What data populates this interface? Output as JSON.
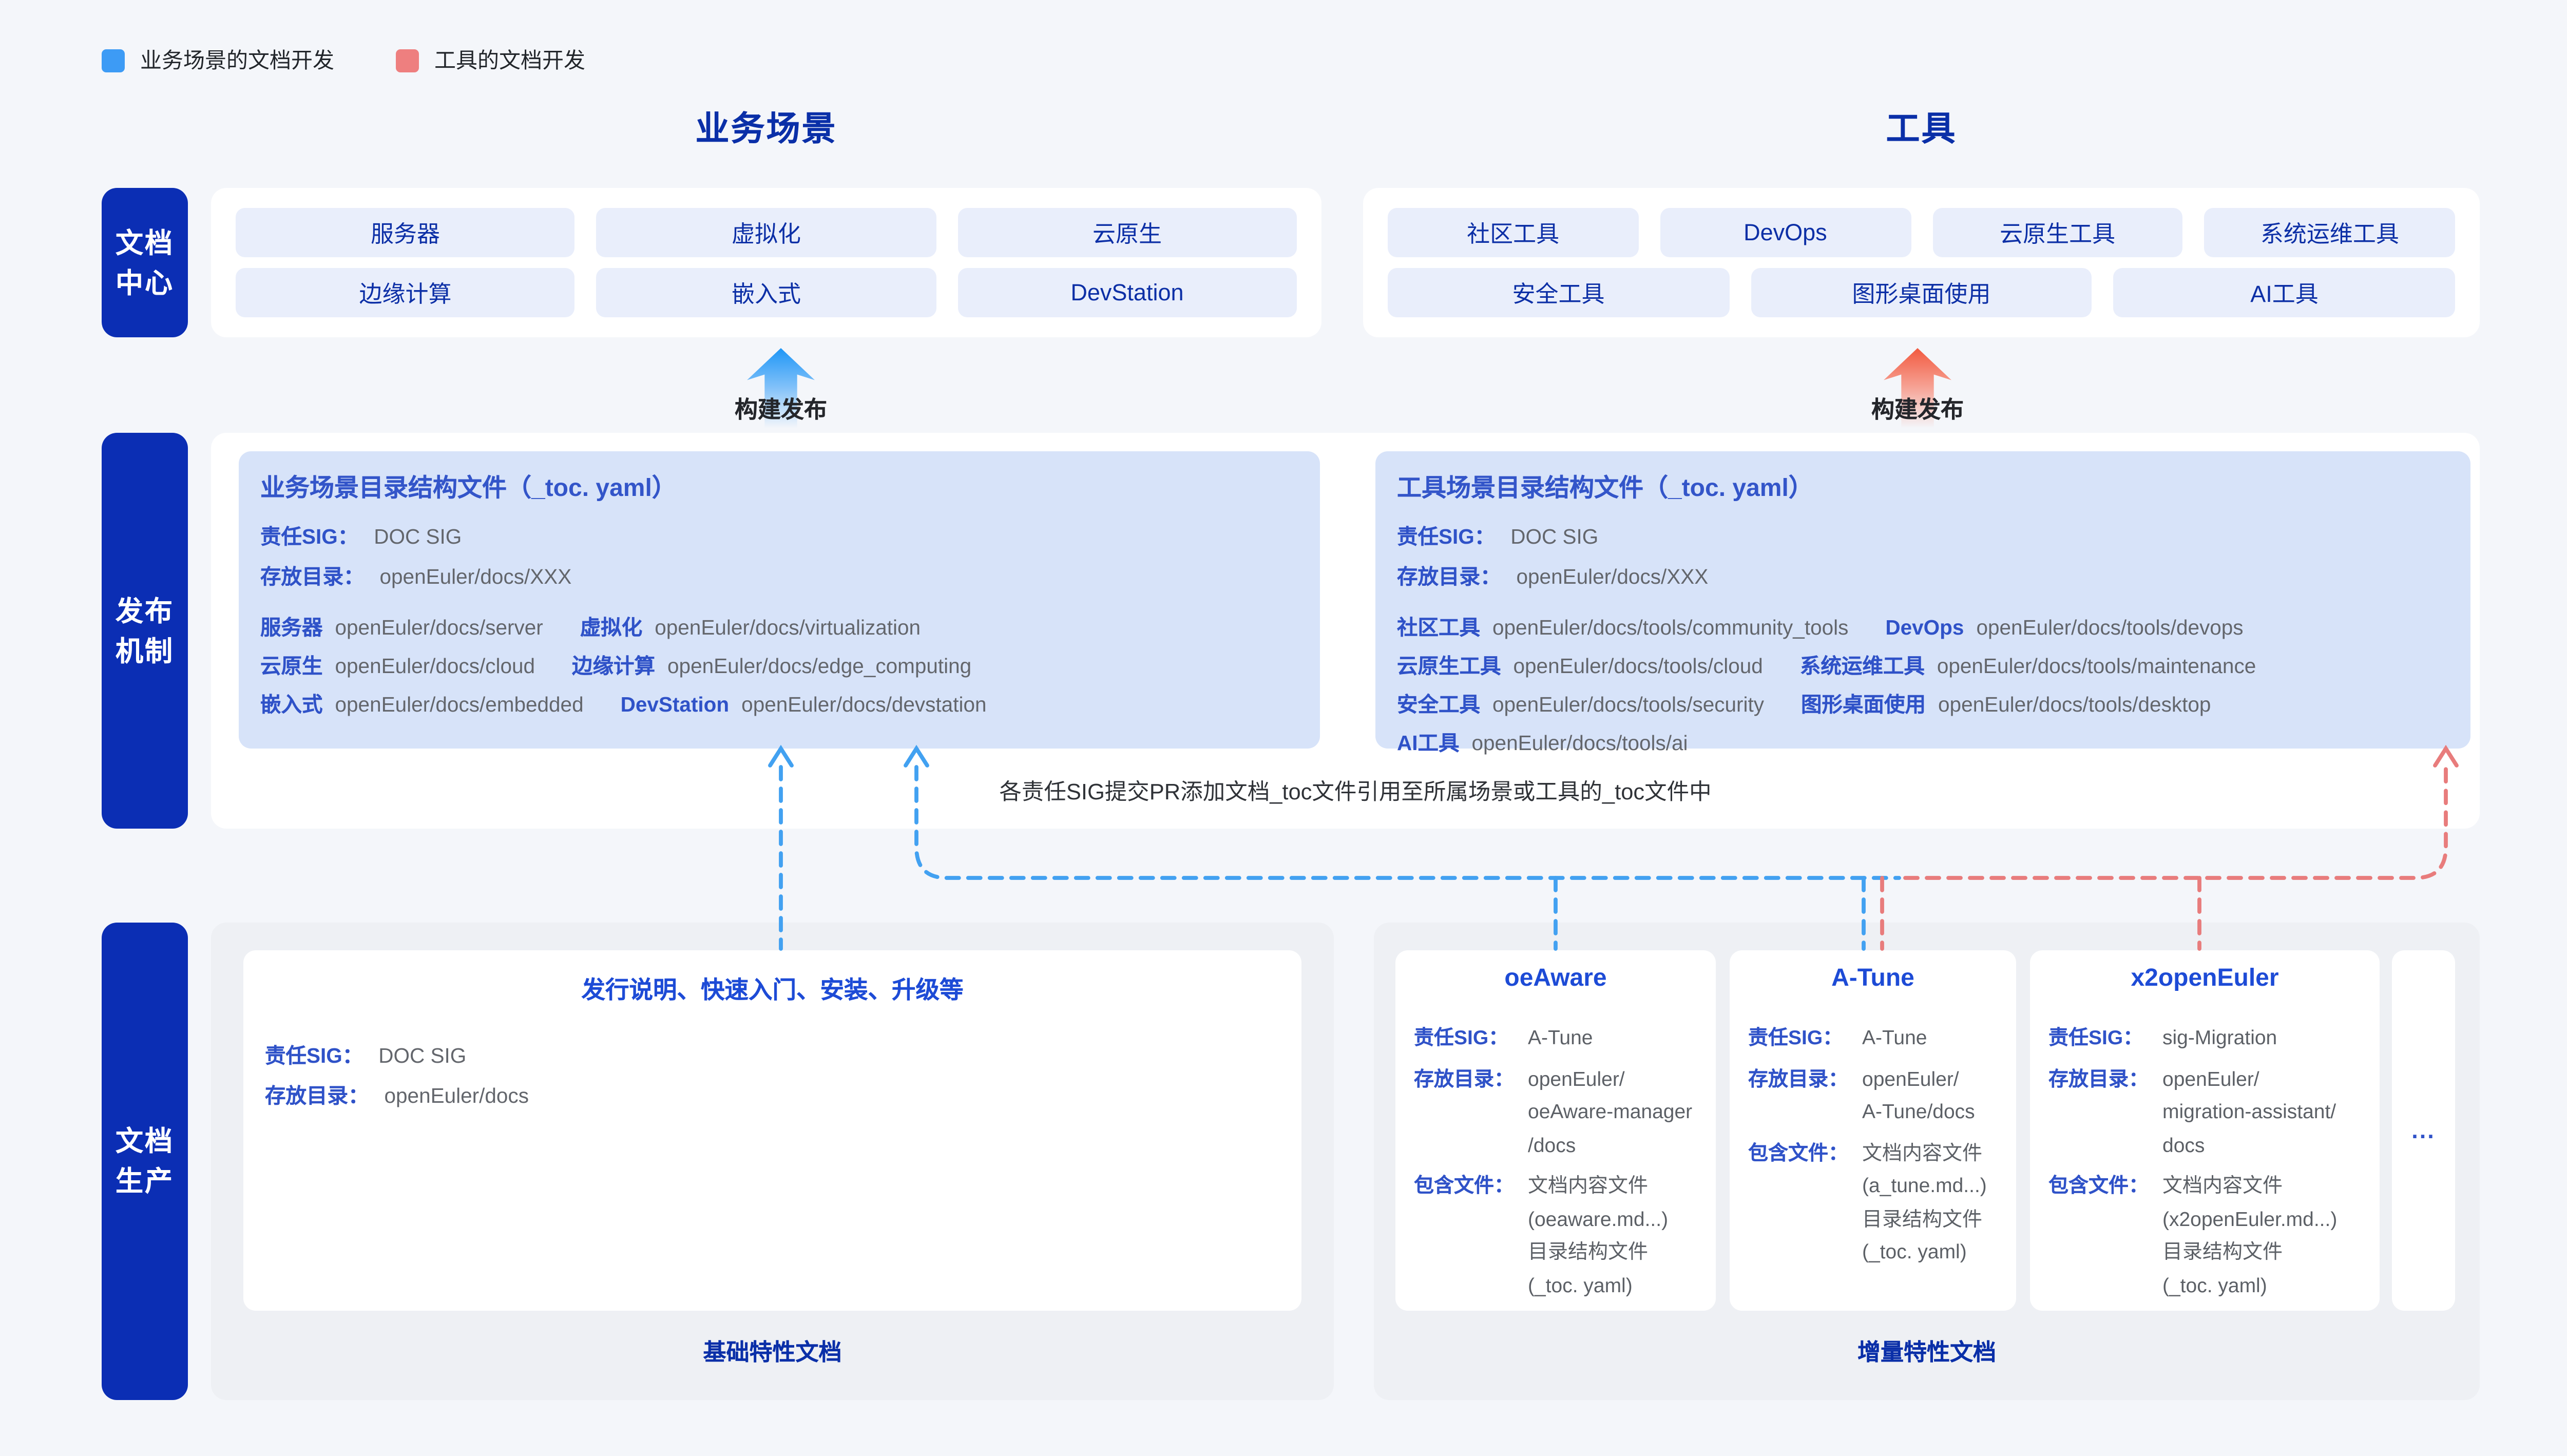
{
  "colors": {
    "brand_navy": "#0a2fa8",
    "pill_blue": "#0b2eb4",
    "royal_blue_text": "#2f52c8",
    "panel_blue_bg": "#d7e3f9",
    "chip_bg": "#e9eefb",
    "legend_blue": "#3d9bf5",
    "legend_red": "#ee7f7f",
    "dash_blue": "#42a1f1",
    "dash_red": "#e87c7c"
  },
  "legend": {
    "business": {
      "label": "业务场景的文档开发",
      "color": "#3d9bf5"
    },
    "tools": {
      "label": "工具的文档开发",
      "color": "#ee7f7f"
    }
  },
  "headers": {
    "business": "业务场景",
    "tools": "工具"
  },
  "sidebar": {
    "doc_center": "文档\n中心",
    "release": "发布\n机制",
    "production": "文档\n生产"
  },
  "doc_center": {
    "business_chips": [
      "服务器",
      "虚拟化",
      "云原生",
      "边缘计算",
      "嵌入式",
      "DevStation"
    ],
    "tool_chips": [
      "社区工具",
      "DevOps",
      "云原生工具",
      "系统运维工具",
      "安全工具",
      "图形桌面使用",
      "AI工具"
    ]
  },
  "build_release": {
    "business": "构建发布",
    "tools": "构建发布"
  },
  "release": {
    "note": "各责任SIG提交PR添加文档_toc文件引用至所属场景或工具的_toc文件中",
    "business_panel": {
      "title": "业务场景目录结构文件（_toc. yaml）",
      "sig_label": "责任SIG：",
      "sig_value": "DOC SIG",
      "dir_label": "存放目录：",
      "dir_value": "openEuler/docs/XXX",
      "entries": [
        {
          "name": "服务器",
          "path": "openEuler/docs/server"
        },
        {
          "name": "虚拟化",
          "path": "openEuler/docs/virtualization"
        },
        {
          "name": "云原生",
          "path": "openEuler/docs/cloud"
        },
        {
          "name": "边缘计算",
          "path": "openEuler/docs/edge_computing"
        },
        {
          "name": "嵌入式",
          "path": "openEuler/docs/embedded"
        },
        {
          "name": "DevStation",
          "path": "openEuler/docs/devstation"
        }
      ]
    },
    "tools_panel": {
      "title": "工具场景目录结构文件（_toc. yaml）",
      "sig_label": "责任SIG：",
      "sig_value": "DOC SIG",
      "dir_label": "存放目录：",
      "dir_value": "openEuler/docs/XXX",
      "entries": [
        {
          "name": "社区工具",
          "path": "openEuler/docs/tools/community_tools"
        },
        {
          "name": "DevOps",
          "path": "openEuler/docs/tools/devops"
        },
        {
          "name": "云原生工具",
          "path": "openEuler/docs/tools/cloud"
        },
        {
          "name": "系统运维工具",
          "path": "openEuler/docs/tools/maintenance"
        },
        {
          "name": "安全工具",
          "path": "openEuler/docs/tools/security"
        },
        {
          "name": "图形桌面使用",
          "path": "openEuler/docs/tools/desktop"
        },
        {
          "name": "AI工具",
          "path": "openEuler/docs/tools/ai"
        }
      ]
    }
  },
  "production": {
    "base": {
      "title": "发行说明、快速入门、安装、升级等",
      "sig_label": "责任SIG：",
      "sig_value": "DOC SIG",
      "dir_label": "存放目录：",
      "dir_value": "openEuler/docs",
      "footer": "基础特性文档"
    },
    "incremental": {
      "footer": "增量特性文档",
      "more": "...",
      "cards": [
        {
          "title": "oeAware",
          "sig_label": "责任SIG：",
          "sig_value": "A-Tune",
          "dir_label": "存放目录：",
          "dir_value": "openEuler/\noeAware-manager\n/docs",
          "files_label": "包含文件：",
          "files_value": "文档内容文件\n(oeaware.md...)\n目录结构文件\n(_toc. yaml)"
        },
        {
          "title": "A-Tune",
          "sig_label": "责任SIG：",
          "sig_value": "A-Tune",
          "dir_label": "存放目录：",
          "dir_value": "openEuler/\nA-Tune/docs",
          "files_label": "包含文件：",
          "files_value": "文档内容文件\n(a_tune.md...)\n目录结构文件\n(_toc. yaml)"
        },
        {
          "title": "x2openEuler",
          "sig_label": "责任SIG：",
          "sig_value": "sig-Migration",
          "dir_label": "存放目录：",
          "dir_value": "openEuler/\nmigration-assistant/\ndocs",
          "files_label": "包含文件：",
          "files_value": "文档内容文件\n(x2openEuler.md...)\n目录结构文件\n(_toc. yaml)"
        }
      ]
    }
  }
}
